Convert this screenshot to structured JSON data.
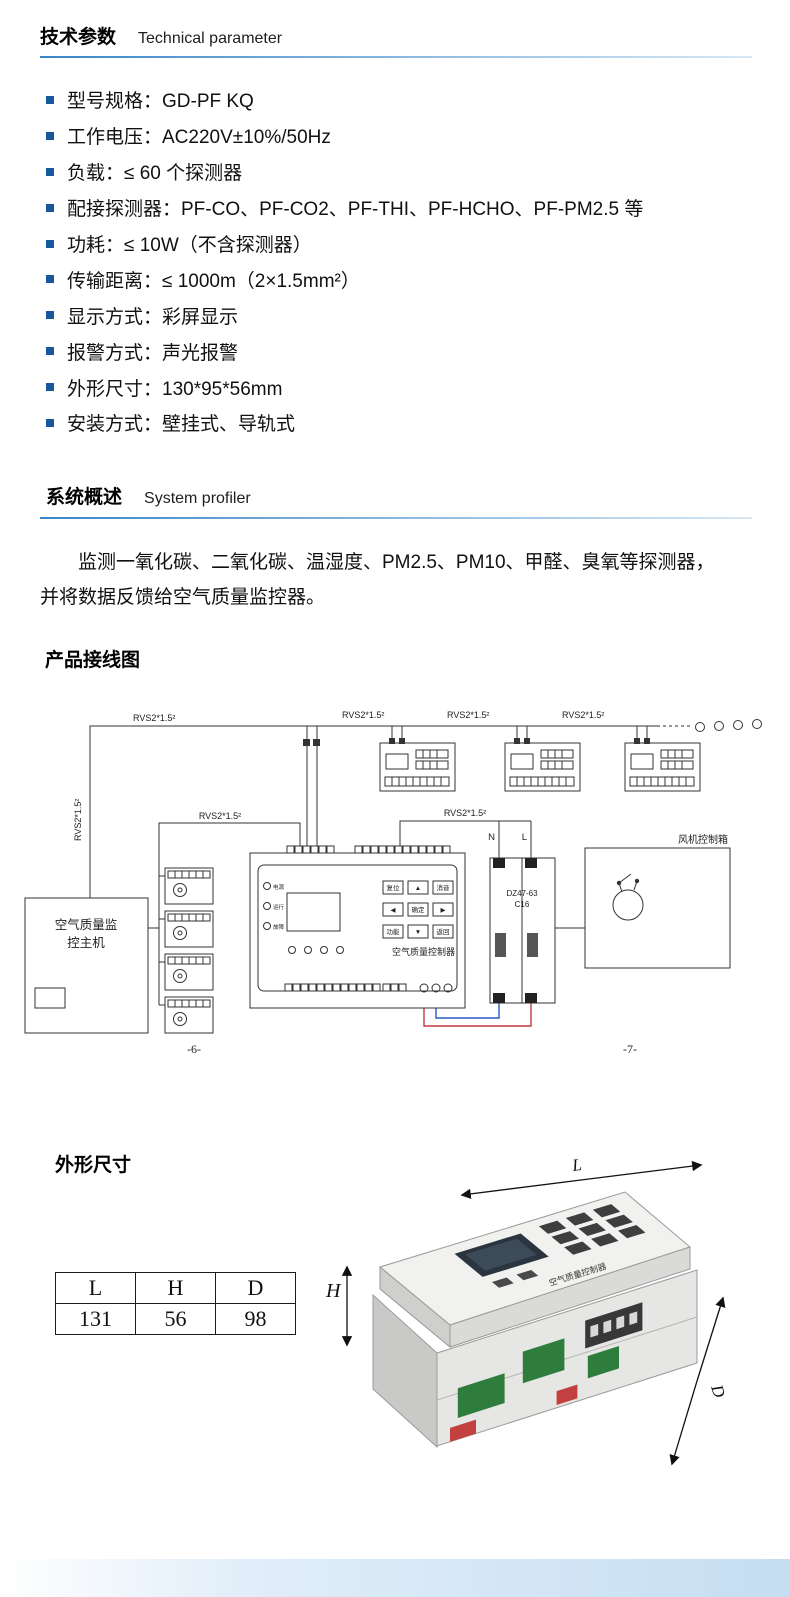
{
  "tech": {
    "title_cn": "技术参数",
    "title_en": "Technical parameter",
    "items": [
      "型号规格：GD-PF KQ",
      "工作电压：AC220V±10%/50Hz",
      "负载：≤ 60 个探测器",
      "配接探测器：PF-CO、PF-CO2、PF-THI、PF-HCHO、PF-PM2.5 等",
      "功耗：≤ 10W（不含探测器）",
      "传输距离：≤ 1000m（2×1.5mm²）",
      "显示方式：彩屏显示",
      "报警方式：声光报警",
      "外形尺寸：130*95*56mm",
      "安装方式：壁挂式、导轨式"
    ]
  },
  "system": {
    "title_cn": "系统概述",
    "title_en": "System profiler",
    "body_line1": "监测一氧化碳、二氧化碳、温湿度、PM2.5、PM10、甲醛、臭氧等探测器，",
    "body_line2": "并将数据反馈给空气质量监控器。"
  },
  "wiring": {
    "title": "产品接线图",
    "cable_label": "RVS2*1.5²",
    "host_line1": "空气质量监",
    "host_line2": "控主机",
    "controller_name": "空气质量控制器",
    "indicator_labels": [
      "电源",
      "运行",
      "故障"
    ],
    "button_labels": [
      "复位",
      "▲",
      "消音",
      "◀",
      "确定",
      "▶",
      "功能",
      "▼",
      "返回"
    ],
    "breaker_model": "DZ47-63",
    "breaker_spec": "C16",
    "neutral_label": "N",
    "live_label": "L",
    "fan_box_label": "风机控制箱",
    "page_no_left": "-6-",
    "page_no_right": "-7-"
  },
  "dimensions": {
    "title": "外形尺寸",
    "table": {
      "headers": [
        "L",
        "H",
        "D"
      ],
      "values": [
        "131",
        "56",
        "98"
      ]
    },
    "arrow_labels": {
      "length": "L",
      "height": "H",
      "depth": "D"
    },
    "device_label": "空气质量控制器"
  }
}
